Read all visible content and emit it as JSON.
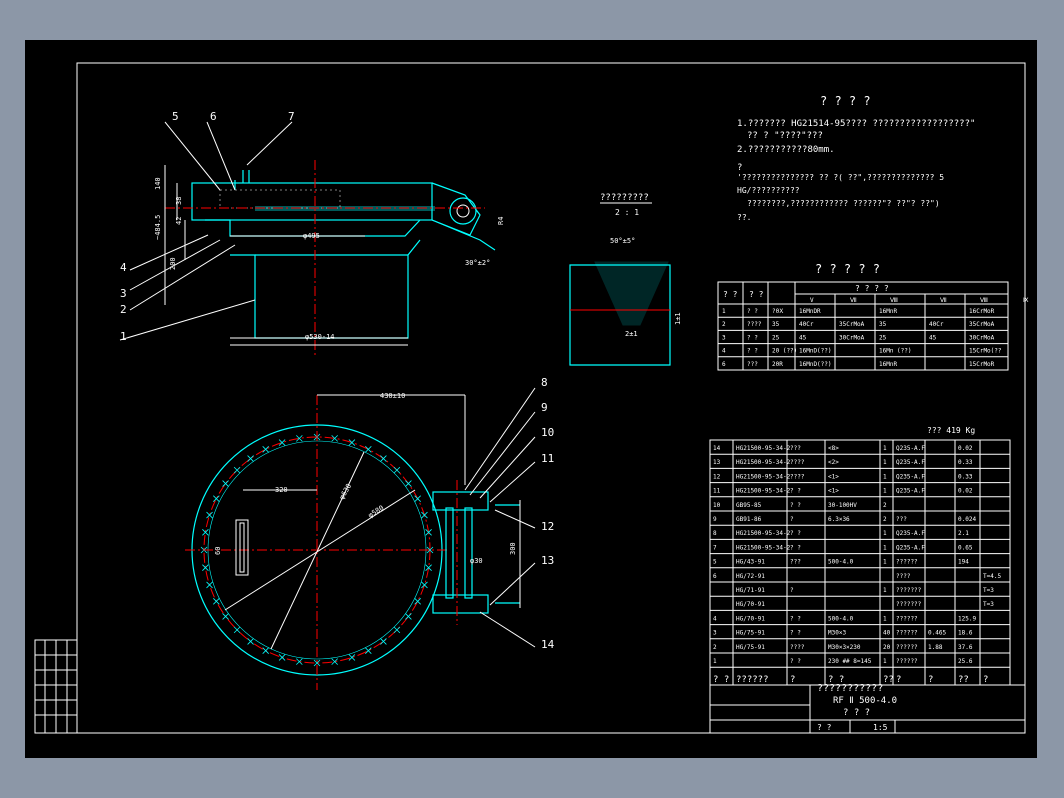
{
  "tech_req": {
    "title": "? ? ? ?",
    "lines": [
      "1.??????? HG21514-95???? ??????????????????\"",
      "?? ? \"????\"???",
      "2.???????????80mm.",
      "?",
      "'???????????????  ?? ?( ??\",??????????????      5",
      "HG/??????????",
      "????????,????????????  ??????\"?  ??\"? ??\")",
      "??."
    ]
  },
  "detail_view": {
    "title": "?????????",
    "scale": "2 : 1",
    "angle": "50°±5°",
    "root": "2±1",
    "gap": "1±1"
  },
  "main_view": {
    "part_numbers_left": [
      "5",
      "6",
      "7",
      "4",
      "3",
      "2",
      "1"
    ],
    "part_numbers_right": [
      "8",
      "9",
      "10",
      "11",
      "12",
      "13",
      "14"
    ],
    "dims": {
      "d495": "φ495",
      "d530": "φ530-14",
      "h140": "140",
      "h38": "38",
      "h42": "42",
      "h200": "200",
      "h4845": "~484.5",
      "angle": "30°±2°",
      "r_dim": "R4",
      "d430": "430±10",
      "d320": "320",
      "d60": "60",
      "d300": "300",
      "d630": "φ630",
      "d580": "φ580",
      "d30": "φ30"
    }
  },
  "materials": {
    "title": "? ? ? ? ?",
    "header1": [
      "? ?",
      "? ?",
      "? ? ? ?"
    ],
    "header2": [
      "V",
      "Ⅶ",
      "Ⅷ",
      "Ⅶ",
      "Ⅷ",
      "Ⅸ"
    ],
    "rows": [
      [
        "1",
        "? ?",
        "?0Ⅹ",
        "16MnDR",
        "",
        "16MnR",
        "",
        "16CrMoR"
      ],
      [
        "2",
        "????",
        "35",
        "40Cr",
        "35CrMoA",
        "35",
        "40Cr",
        "35CrMoA"
      ],
      [
        "3",
        "? ?",
        "25",
        "45",
        "30CrMoA",
        "25",
        "45",
        "30CrMoA"
      ],
      [
        "4",
        "? ?",
        "20 (??)",
        "16MnD(??)",
        "",
        "16Mn (??)",
        "",
        "15CrMo(??"
      ],
      [
        "6",
        "???",
        "20R",
        "16MnD(??)",
        "",
        "16MnR",
        "",
        "15CrMoR"
      ]
    ]
  },
  "weight": "??? 419 Kg",
  "bom": {
    "rows": [
      [
        "14",
        "HG21500-95-34-2",
        "???",
        "<8>",
        "1",
        "Q235-A.F",
        "",
        "0.02",
        ""
      ],
      [
        "13",
        "HG21500-95-34-2",
        "????",
        "<2>",
        "1",
        "Q235-A.F",
        "",
        "0.33",
        ""
      ],
      [
        "12",
        "HG21500-95-34-2",
        "????",
        "<1>",
        "1",
        "Q235-A.F",
        "",
        "0.33",
        ""
      ],
      [
        "11",
        "HG21500-95-34-2",
        "? ?",
        "<1>",
        "1",
        "Q235-A.F",
        "",
        "0.02",
        ""
      ],
      [
        "10",
        "GB95-85",
        "? ?",
        "30-100HV",
        "2",
        "",
        "",
        "",
        ""
      ],
      [
        "9",
        "GB91-86",
        "?",
        "6.3×36",
        "2",
        "???",
        "",
        "0.024",
        ""
      ],
      [
        "8",
        "HG21500-95-34-2",
        "? ?",
        "",
        "1",
        "Q235-A.F",
        "",
        "2.1",
        ""
      ],
      [
        "7",
        "HG21500-95-34-2",
        "? ?",
        "",
        "1",
        "Q235-A.F",
        "",
        "0.65",
        ""
      ],
      [
        "5",
        "HG/43-91",
        "???",
        "500-4.0",
        "1",
        "??????",
        "",
        "194",
        ""
      ],
      [
        "6",
        "HG/72-91",
        "",
        "",
        "",
        "????",
        "",
        "",
        "T=4.5"
      ],
      [
        "",
        "HG/71-91",
        "?",
        "",
        "1",
        "???????",
        "",
        "",
        "T=3"
      ],
      [
        "",
        "HG/70-91",
        "",
        "",
        "",
        "???????",
        "",
        "",
        "T=3"
      ],
      [
        "4",
        "HG/70-91",
        "? ?",
        "500-4.0",
        "1",
        "??????",
        "",
        "125.9",
        ""
      ],
      [
        "3",
        "HG/75-91",
        "? ?",
        "M30×3",
        "40",
        "??????",
        "0.465",
        "18.6",
        ""
      ],
      [
        "2",
        "HG/75-91",
        "????",
        "M30×3×230",
        "20",
        "??????",
        "1.88",
        "37.6",
        ""
      ],
      [
        "1",
        "",
        "? ?",
        "230 ## 8=145",
        "1",
        "??????",
        "",
        "25.6",
        ""
      ]
    ],
    "header": [
      "? ?",
      "??????",
      "?",
      "? ?",
      "??",
      "?",
      "?",
      "??",
      "?"
    ]
  },
  "title_block": {
    "name": "???????????",
    "code": "RF Ⅱ 500-4.0",
    "sub": "? ? ?",
    "scale_label": "? ?",
    "scale": "1:5"
  }
}
